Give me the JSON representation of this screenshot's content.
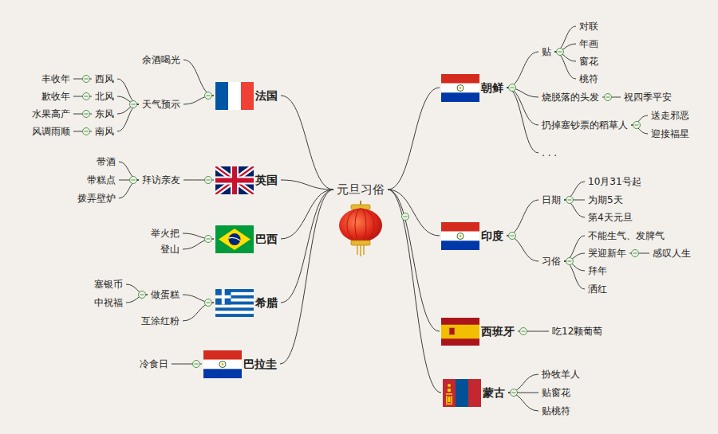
{
  "diagram": {
    "nodes": [
      {
        "text": [
          "元旦习俗"
        ]
      },
      {
        "text": [
          "法国"
        ]
      },
      {
        "text": [
          "余酒喝光"
        ]
      },
      {
        "text": [
          "天气预示"
        ]
      },
      {
        "text": [
          "西风"
        ]
      },
      {
        "text": [
          "丰收年"
        ]
      },
      {
        "text": [
          "北风"
        ]
      },
      {
        "text": [
          "歉收年"
        ]
      },
      {
        "text": [
          "东风"
        ]
      },
      {
        "text": [
          "水果高产"
        ]
      },
      {
        "text": [
          "南风"
        ]
      },
      {
        "text": [
          "风调雨顺"
        ]
      },
      {
        "text": [
          "英国"
        ]
      },
      {
        "text": [
          "拜访亲友"
        ]
      },
      {
        "text": [
          "带酒"
        ]
      },
      {
        "text": [
          "带糕点"
        ]
      },
      {
        "text": [
          "拨弄壁炉"
        ]
      },
      {
        "text": [
          "巴西"
        ]
      },
      {
        "text": [
          "举火把"
        ]
      },
      {
        "text": [
          "登山"
        ]
      },
      {
        "text": [
          "希腊"
        ]
      },
      {
        "text": [
          "做蛋糕"
        ]
      },
      {
        "text": [
          "塞银币"
        ]
      },
      {
        "text": [
          "中祝福"
        ]
      },
      {
        "text": [
          "互涂红粉"
        ]
      },
      {
        "text": [
          "巴拉圭"
        ]
      },
      {
        "text": [
          "冷食日"
        ]
      },
      {
        "text": [
          "朝鲜"
        ]
      },
      {
        "text": [
          "贴"
        ]
      },
      {
        "text": [
          "对联"
        ]
      },
      {
        "text": [
          "年画"
        ]
      },
      {
        "text": [
          "窗花"
        ]
      },
      {
        "text": [
          "桃符"
        ]
      },
      {
        "text": [
          "烧脱落的头发"
        ]
      },
      {
        "text": [
          "祝四季平安"
        ]
      },
      {
        "text": [
          "扔掉塞钞票的稻草人"
        ]
      },
      {
        "text": [
          "送走邪恶"
        ]
      },
      {
        "text": [
          "迎接福星"
        ]
      },
      {
        "text": [
          ". . ."
        ]
      },
      {
        "text": [
          "印度"
        ]
      },
      {
        "text": [
          "日期"
        ]
      },
      {
        "text": [
          "10月31号起"
        ]
      },
      {
        "text": [
          "为期5天"
        ]
      },
      {
        "text": [
          "第4天元旦"
        ]
      },
      {
        "text": [
          "习俗"
        ]
      },
      {
        "text": [
          "不能生气、发脾气"
        ]
      },
      {
        "text": [
          "哭迎新年"
        ]
      },
      {
        "text": [
          "感叹人生"
        ]
      },
      {
        "text": [
          "拜年"
        ]
      },
      {
        "text": [
          "洒红"
        ]
      },
      {
        "text": [
          "西班牙"
        ]
      },
      {
        "text": [
          "吃12颗葡萄"
        ]
      },
      {
        "text": [
          "蒙古"
        ]
      },
      {
        "text": [
          "扮牧羊人"
        ]
      },
      {
        "text": [
          "贴窗花"
        ]
      },
      {
        "text": [
          "贴桃符"
        ]
      }
    ],
    "edges": [
      {
        "from": 0,
        "to": 1,
        "arrow": "none"
      },
      {
        "from": 1,
        "to": 2,
        "arrow": "none"
      },
      {
        "from": 1,
        "to": 3,
        "arrow": "none"
      },
      {
        "from": 3,
        "to": 4,
        "arrow": "none"
      },
      {
        "from": 4,
        "to": 5,
        "arrow": "none"
      },
      {
        "from": 3,
        "to": 6,
        "arrow": "none"
      },
      {
        "from": 6,
        "to": 7,
        "arrow": "none"
      },
      {
        "from": 3,
        "to": 8,
        "arrow": "none"
      },
      {
        "from": 8,
        "to": 9,
        "arrow": "none"
      },
      {
        "from": 3,
        "to": 10,
        "arrow": "none"
      },
      {
        "from": 10,
        "to": 11,
        "arrow": "none"
      },
      {
        "from": 0,
        "to": 12,
        "arrow": "none"
      },
      {
        "from": 12,
        "to": 13,
        "arrow": "none"
      },
      {
        "from": 13,
        "to": 14,
        "arrow": "none"
      },
      {
        "from": 13,
        "to": 15,
        "arrow": "none"
      },
      {
        "from": 13,
        "to": 16,
        "arrow": "none"
      },
      {
        "from": 0,
        "to": 17,
        "arrow": "none"
      },
      {
        "from": 17,
        "to": 18,
        "arrow": "none"
      },
      {
        "from": 17,
        "to": 19,
        "arrow": "none"
      },
      {
        "from": 0,
        "to": 20,
        "arrow": "none"
      },
      {
        "from": 20,
        "to": 21,
        "arrow": "none"
      },
      {
        "from": 21,
        "to": 22,
        "arrow": "none"
      },
      {
        "from": 21,
        "to": 23,
        "arrow": "none"
      },
      {
        "from": 20,
        "to": 24,
        "arrow": "none"
      },
      {
        "from": 0,
        "to": 25,
        "arrow": "none"
      },
      {
        "from": 25,
        "to": 26,
        "arrow": "none"
      },
      {
        "from": 0,
        "to": 27,
        "arrow": "none"
      },
      {
        "from": 27,
        "to": 28,
        "arrow": "none"
      },
      {
        "from": 28,
        "to": 29,
        "arrow": "none"
      },
      {
        "from": 28,
        "to": 30,
        "arrow": "none"
      },
      {
        "from": 28,
        "to": 31,
        "arrow": "none"
      },
      {
        "from": 28,
        "to": 32,
        "arrow": "none"
      },
      {
        "from": 27,
        "to": 33,
        "arrow": "none"
      },
      {
        "from": 33,
        "to": 34,
        "arrow": "none"
      },
      {
        "from": 27,
        "to": 35,
        "arrow": "none"
      },
      {
        "from": 35,
        "to": 36,
        "arrow": "none"
      },
      {
        "from": 35,
        "to": 37,
        "arrow": "none"
      },
      {
        "from": 27,
        "to": 38,
        "arrow": "none"
      },
      {
        "from": 0,
        "to": 39,
        "arrow": "none"
      },
      {
        "from": 39,
        "to": 40,
        "arrow": "none"
      },
      {
        "from": 40,
        "to": 41,
        "arrow": "none"
      },
      {
        "from": 40,
        "to": 42,
        "arrow": "none"
      },
      {
        "from": 40,
        "to": 43,
        "arrow": "none"
      },
      {
        "from": 39,
        "to": 44,
        "arrow": "none"
      },
      {
        "from": 44,
        "to": 45,
        "arrow": "none"
      },
      {
        "from": 44,
        "to": 46,
        "arrow": "none"
      },
      {
        "from": 46,
        "to": 47,
        "arrow": "none"
      },
      {
        "from": 44,
        "to": 48,
        "arrow": "none"
      },
      {
        "from": 44,
        "to": 49,
        "arrow": "none"
      },
      {
        "from": 0,
        "to": 50,
        "arrow": "none"
      },
      {
        "from": 50,
        "to": 51,
        "arrow": "none"
      },
      {
        "from": 0,
        "to": 52,
        "arrow": "none"
      },
      {
        "from": 52,
        "to": 53,
        "arrow": "none"
      },
      {
        "from": 52,
        "to": 54,
        "arrow": "none"
      },
      {
        "from": 52,
        "to": 55,
        "arrow": "none"
      }
    ]
  }
}
